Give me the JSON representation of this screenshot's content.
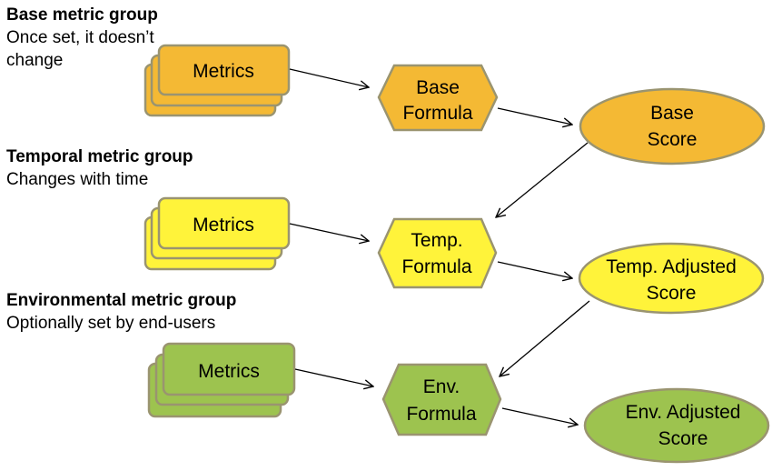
{
  "colors": {
    "base": "#f4b934",
    "temporal": "#fff33a",
    "environmental": "#9dc34f",
    "outline": "#9a9470",
    "arrow": "#000000"
  },
  "groups": [
    {
      "id": "base",
      "title": "Base metric group",
      "subtitle_lines": [
        "Once set, it doesn’t",
        "change"
      ],
      "metrics_label": "Metrics",
      "formula_lines": [
        "Base",
        "Formula"
      ],
      "score_lines": [
        "Base",
        "Score"
      ]
    },
    {
      "id": "temporal",
      "title": "Temporal metric group",
      "subtitle_lines": [
        "Changes with time"
      ],
      "metrics_label": "Metrics",
      "formula_lines": [
        "Temp.",
        "Formula"
      ],
      "score_lines": [
        "Temp. Adjusted",
        "Score"
      ]
    },
    {
      "id": "environmental",
      "title": "Environmental metric group",
      "subtitle_lines": [
        "Optionally set by end-users"
      ],
      "metrics_label": "Metrics",
      "formula_lines": [
        "Env.",
        "Formula"
      ],
      "score_lines": [
        "Env. Adjusted",
        "Score"
      ]
    }
  ],
  "edges": [
    {
      "from": "base-metrics",
      "to": "base-formula"
    },
    {
      "from": "base-formula",
      "to": "base-score"
    },
    {
      "from": "base-score",
      "to": "temporal-formula"
    },
    {
      "from": "temporal-metrics",
      "to": "temporal-formula"
    },
    {
      "from": "temporal-formula",
      "to": "temporal-score"
    },
    {
      "from": "temporal-score",
      "to": "environmental-formula"
    },
    {
      "from": "environmental-metrics",
      "to": "environmental-formula"
    },
    {
      "from": "environmental-formula",
      "to": "environmental-score"
    }
  ]
}
